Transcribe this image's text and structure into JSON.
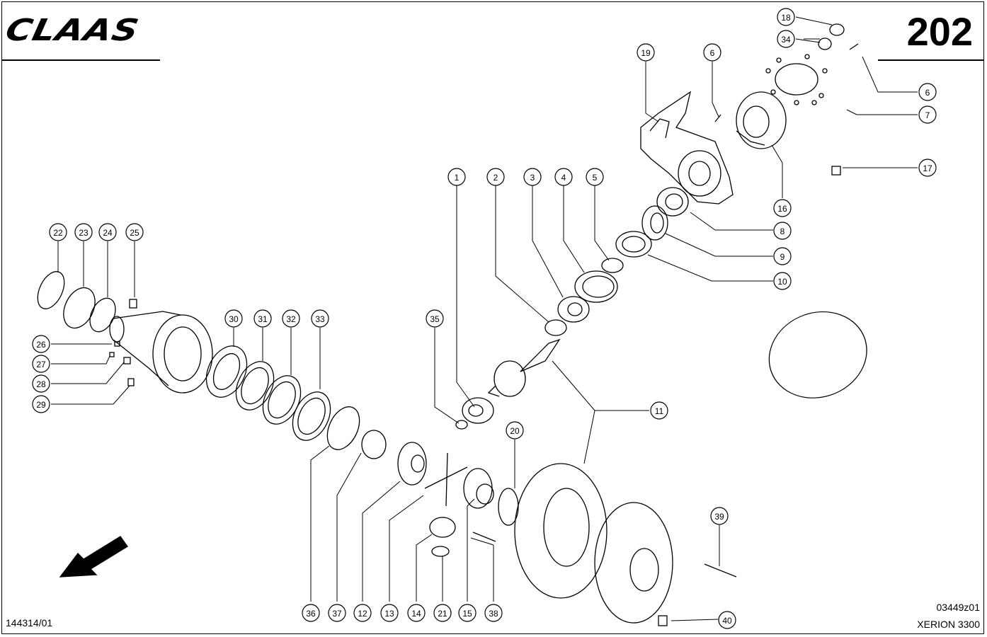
{
  "header": {
    "brand": "CLAAS",
    "page_number": "202"
  },
  "footer": {
    "document_number": "144314/01",
    "drawing_code": "03449z01",
    "model": "XERION 3300"
  },
  "callouts": [
    "1",
    "2",
    "3",
    "4",
    "5",
    "6",
    "6",
    "7",
    "8",
    "9",
    "10",
    "11",
    "11",
    "12",
    "13",
    "14",
    "15",
    "16",
    "17",
    "18",
    "19",
    "20",
    "21",
    "22",
    "23",
    "24",
    "25",
    "26",
    "27",
    "28",
    "29",
    "30",
    "31",
    "32",
    "33",
    "34",
    "35",
    "36",
    "37",
    "38",
    "39",
    "40"
  ]
}
